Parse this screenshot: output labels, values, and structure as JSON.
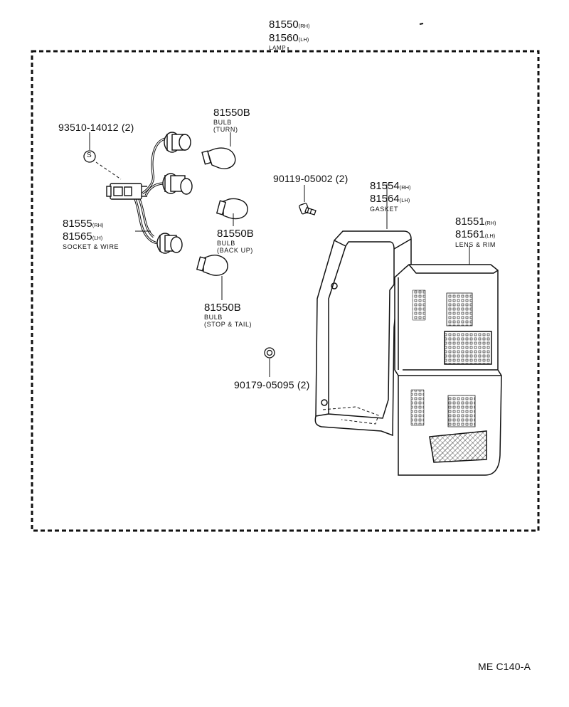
{
  "lamp": {
    "pn_rh": "81550",
    "sfx_rh": "(RH)",
    "pn_lh": "81560",
    "sfx_lh": "(LH)",
    "desc": "LAMP"
  },
  "screw_s": {
    "pn": "93510-14012 (2)",
    "mark": "S"
  },
  "socket": {
    "pn_rh": "81555",
    "sfx_rh": "(RH)",
    "pn_lh": "81565",
    "sfx_lh": "(LH)",
    "desc": "SOCKET & WIRE"
  },
  "bulb_turn": {
    "pn": "81550B",
    "desc1": "BULB",
    "desc2": "(TURN)"
  },
  "bulb_back": {
    "pn": "81550B",
    "desc1": "BULB",
    "desc2": "(BACK UP)"
  },
  "bulb_stop": {
    "pn": "81550B",
    "desc1": "BULB",
    "desc2": "(STOP & TAIL)"
  },
  "screw_upper": {
    "pn": "90119-05002 (2)"
  },
  "screw_lower": {
    "pn": "90179-05095 (2)"
  },
  "gasket": {
    "pn_rh": "81554",
    "sfx_rh": "(RH)",
    "pn_lh": "81564",
    "sfx_lh": "(LH)",
    "desc": "GASKET"
  },
  "lens": {
    "pn_rh": "81551",
    "sfx_rh": "(RH)",
    "pn_lh": "81561",
    "sfx_lh": "(LH)",
    "desc": "LENS & RIM"
  },
  "figure_code": "ME  C140-A"
}
